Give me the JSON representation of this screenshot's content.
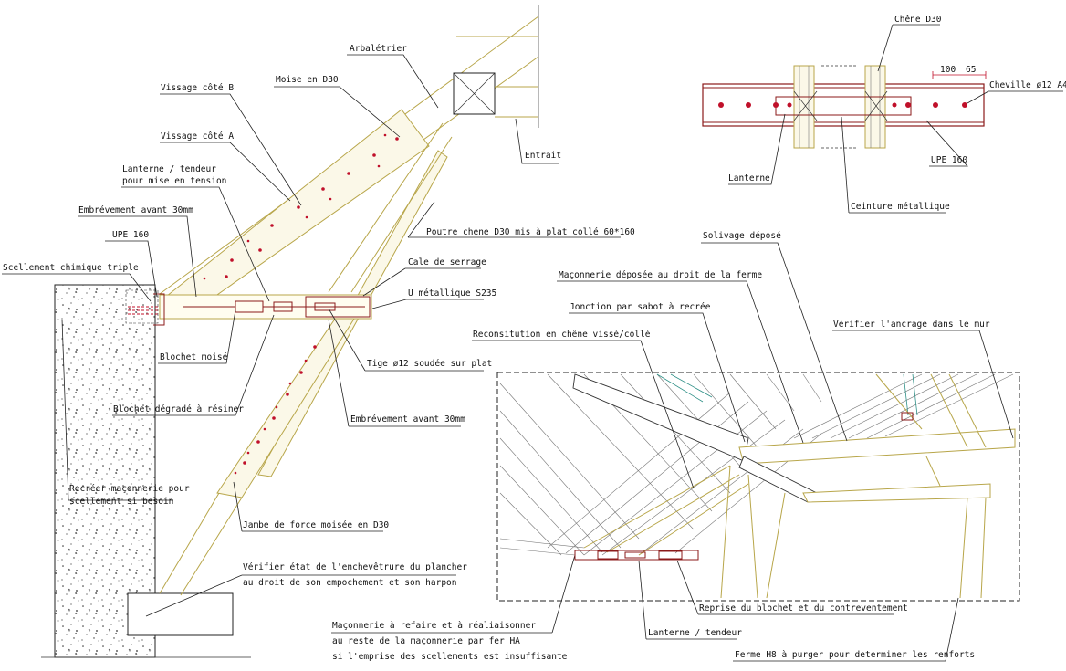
{
  "left_detail": {
    "labels": {
      "arbaletrier": "Arbalétrier",
      "moise": "Moise en D30",
      "vissage_b": "Vissage côté B",
      "vissage_a": "Vissage côté A",
      "lanterne_1": "Lanterne / tendeur",
      "lanterne_2": "pour mise en tension",
      "embrevement_1": "Embrévement avant 30mm",
      "upe": "UPE 160",
      "scellement": "Scellement chimique triple",
      "entrait": "Entrait",
      "poutre": "Poutre chene D30 mis à plat collé 60*160",
      "cale": "Cale de serrage",
      "u_metal": "U métallique S235",
      "blochet_moise": "Blochet moisé",
      "tige": "Tige ø12 soudée sur plat",
      "blochet_degrade": "Blochet dégradé à résiner",
      "embrevement_2": "Embrévement avant 30mm",
      "recreer_1": "Recréer maçonnerie pour",
      "recreer_2": "scellement si besoin",
      "jambe": "Jambe de force moisée en D30",
      "verifier_1": "Vérifier état de l'enchevêtrure du plancher",
      "verifier_2": "au droit de son empochement et son harpon",
      "maconnerie_1": "Maçonnerie à refaire et à réaliaisonner",
      "maconnerie_2": "au reste de la maçonnerie par fer HA",
      "maconnerie_3": "si l'emprise des scellements est insuffisante"
    }
  },
  "top_right_detail": {
    "labels": {
      "chene": "Chêne D30",
      "dim_a": "100",
      "dim_b": "65",
      "cheville": "Cheville ø12 A4",
      "lanterne": "Lanterne",
      "upe": "UPE 160",
      "ceinture": "Ceinture métallique"
    }
  },
  "perspective_detail": {
    "labels": {
      "solivage": "Solivage déposé",
      "maconnerie_deposee": "Maçonnerie déposée au droit de la ferme",
      "jonction": "Jonction par sabot à recrée",
      "reconstitution": "Reconsitution en chêne vissé/collé",
      "verifier_ancrage": "Vérifier l'ancrage dans le mur",
      "reprise": "Reprise du blochet et du contreventement",
      "lanterne": "Lanterne / tendeur",
      "ferme": "Ferme H8 à purger pour determiner les renforts"
    }
  },
  "colors": {
    "wood": "#b8a64a",
    "steel": "#8b1a1a",
    "bolt": "#c0102a",
    "teal": "#2d8f86"
  }
}
